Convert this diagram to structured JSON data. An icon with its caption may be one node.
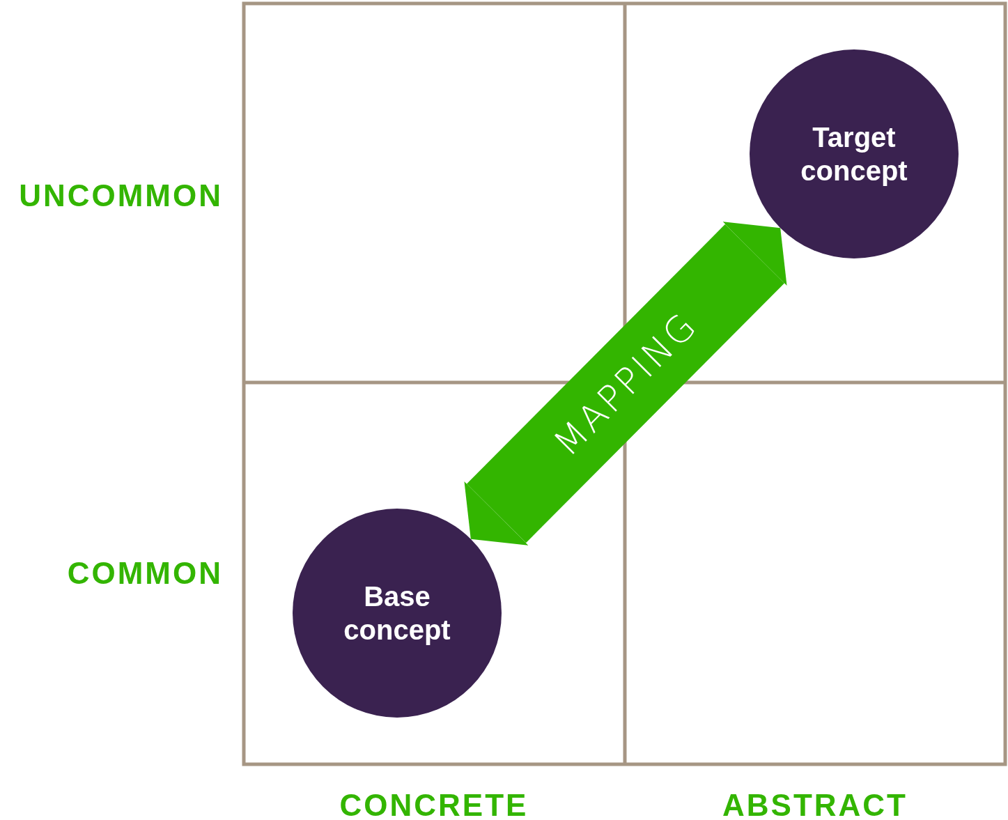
{
  "diagram": {
    "nodes": [
      {
        "text": [
          "Base concept"
        ]
      },
      {
        "text": [
          "Target concept"
        ]
      }
    ],
    "edges": [
      {
        "from": 0,
        "to": 1,
        "arrow": "both",
        "label": "MAPPING"
      }
    ],
    "labels": [
      "UNCOMMON",
      "COMMON",
      "CONCRETE",
      "ABSTRACT"
    ]
  }
}
